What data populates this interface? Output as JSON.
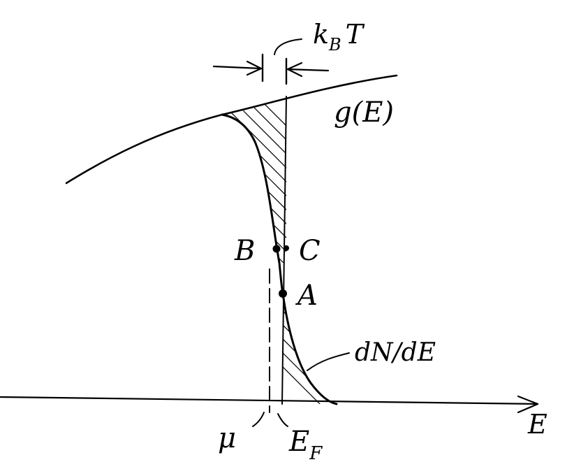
{
  "labels": {
    "kbt": "kBT",
    "kbt_k": "k",
    "kbt_b": "B",
    "kbt_t": "T",
    "g": "g(E)",
    "b": "B",
    "c": "C",
    "a": "A",
    "dnde": "dN/dE",
    "mu": "μ",
    "ef": "E",
    "ef_sub": "F",
    "e": "E"
  },
  "colors": {
    "ink": "#000000",
    "background": "#ffffff"
  }
}
